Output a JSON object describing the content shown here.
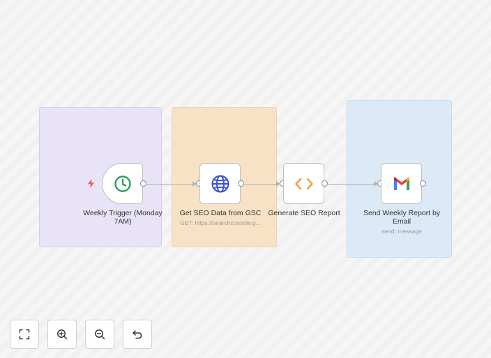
{
  "workflow": {
    "nodes": [
      {
        "id": "trigger",
        "label": "Weekly Trigger (Monday 7AM)",
        "sublabel": "",
        "icon": "clock-icon",
        "color": "#2f9e5b"
      },
      {
        "id": "http",
        "label": "Get SEO Data from GSC",
        "sublabel": "GET: https://searchconsole.g...",
        "icon": "globe-icon",
        "color": "#3b4fd1"
      },
      {
        "id": "code",
        "label": "Generate SEO Report",
        "sublabel": "",
        "icon": "code-icon",
        "color": "#f0a23a"
      },
      {
        "id": "email",
        "label": "Send Weekly Report by Email",
        "sublabel": "send: message",
        "icon": "gmail-icon",
        "color": "#ea4335"
      }
    ],
    "groups": [
      {
        "id": "purple",
        "color": "#e8e3f6"
      },
      {
        "id": "orange",
        "color": "#f8e2c6"
      },
      {
        "id": "blue",
        "color": "#dce9f7"
      }
    ],
    "trigger_badge_color": "#f05a5a"
  },
  "controls": [
    {
      "id": "fit",
      "icon": "fit-view-icon"
    },
    {
      "id": "zoom-in",
      "icon": "zoom-in-icon"
    },
    {
      "id": "zoom-out",
      "icon": "zoom-out-icon"
    },
    {
      "id": "reset",
      "icon": "undo-icon"
    }
  ]
}
